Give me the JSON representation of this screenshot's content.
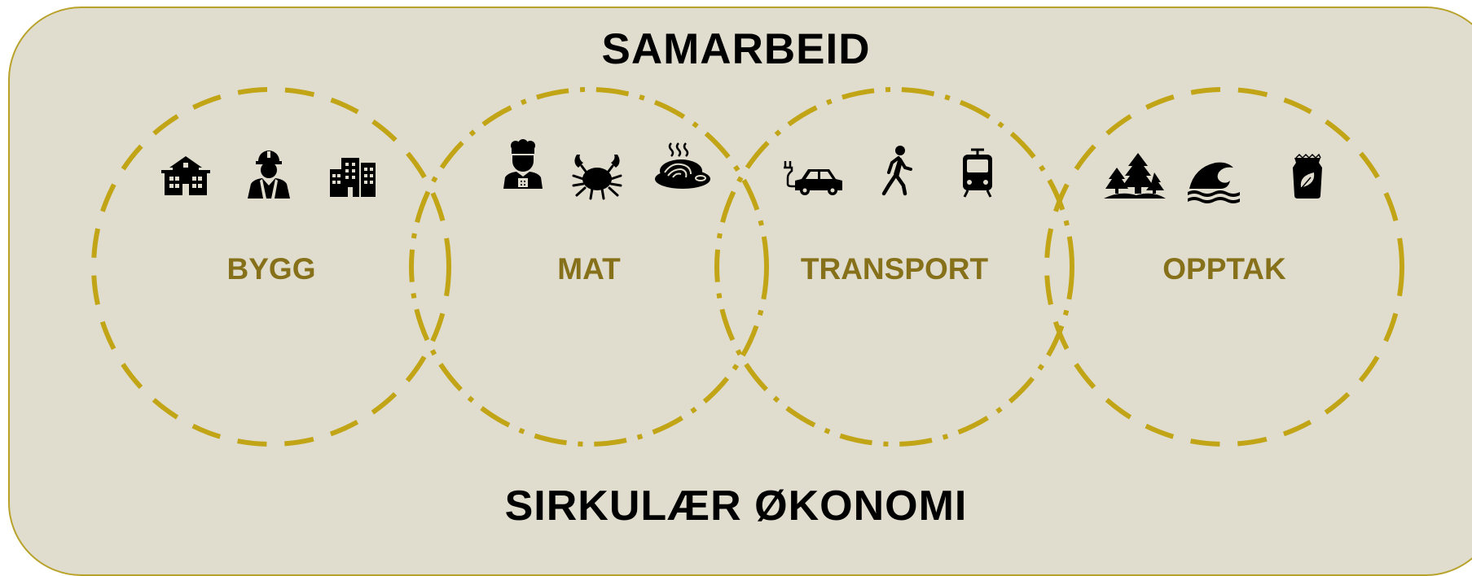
{
  "title": "SAMARBEID",
  "subtitle": "SIRKULÆR ØKONOMI",
  "accent_color": "#c1a516",
  "panel_color": "#e0ddcf",
  "label_color": "#86711a",
  "circles": [
    {
      "label": "BYGG",
      "dash": "dashed",
      "icons": [
        "school-building-icon",
        "construction-worker-icon",
        "city-buildings-icon"
      ]
    },
    {
      "label": "MAT",
      "dash": "dash-dot",
      "icons": [
        "chef-icon",
        "crab-icon",
        "pasta-dish-icon"
      ]
    },
    {
      "label": "TRANSPORT",
      "dash": "dash-dot",
      "icons": [
        "electric-car-icon",
        "pedestrian-icon",
        "tram-icon"
      ]
    },
    {
      "label": "OPPTAK",
      "dash": "dashed",
      "icons": [
        "forest-icon",
        "wave-icon",
        "compost-bag-icon"
      ]
    }
  ]
}
